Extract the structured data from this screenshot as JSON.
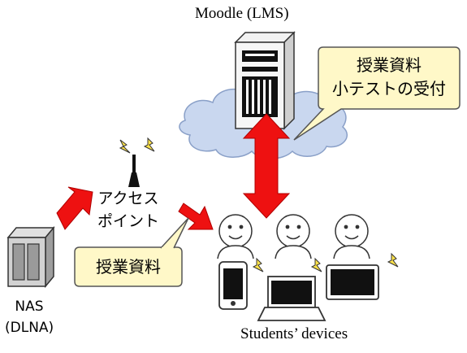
{
  "server_label": "Moodle (LMS)",
  "server_callout": {
    "line1": "授業資料",
    "line2": "小テストの受付"
  },
  "access_point_label": {
    "line1": "アクセス",
    "line2": "ポイント"
  },
  "nas_callout": "授業資料",
  "nas_label": {
    "line1": "NAS",
    "line2": "(DLNA)"
  },
  "devices_label": "Students’ devices",
  "colors": {
    "arrow_red": "#ee1111",
    "cloud_blue": "#c9d7ef",
    "callout_fill": "#fff8c8",
    "face_fill": "#ffffff"
  },
  "icons": [
    "server-icon",
    "cloud-icon",
    "antenna-icon",
    "nas-icon",
    "student-face-icon",
    "smartphone-icon",
    "laptop-icon",
    "tablet-icon",
    "lightning-icon"
  ]
}
